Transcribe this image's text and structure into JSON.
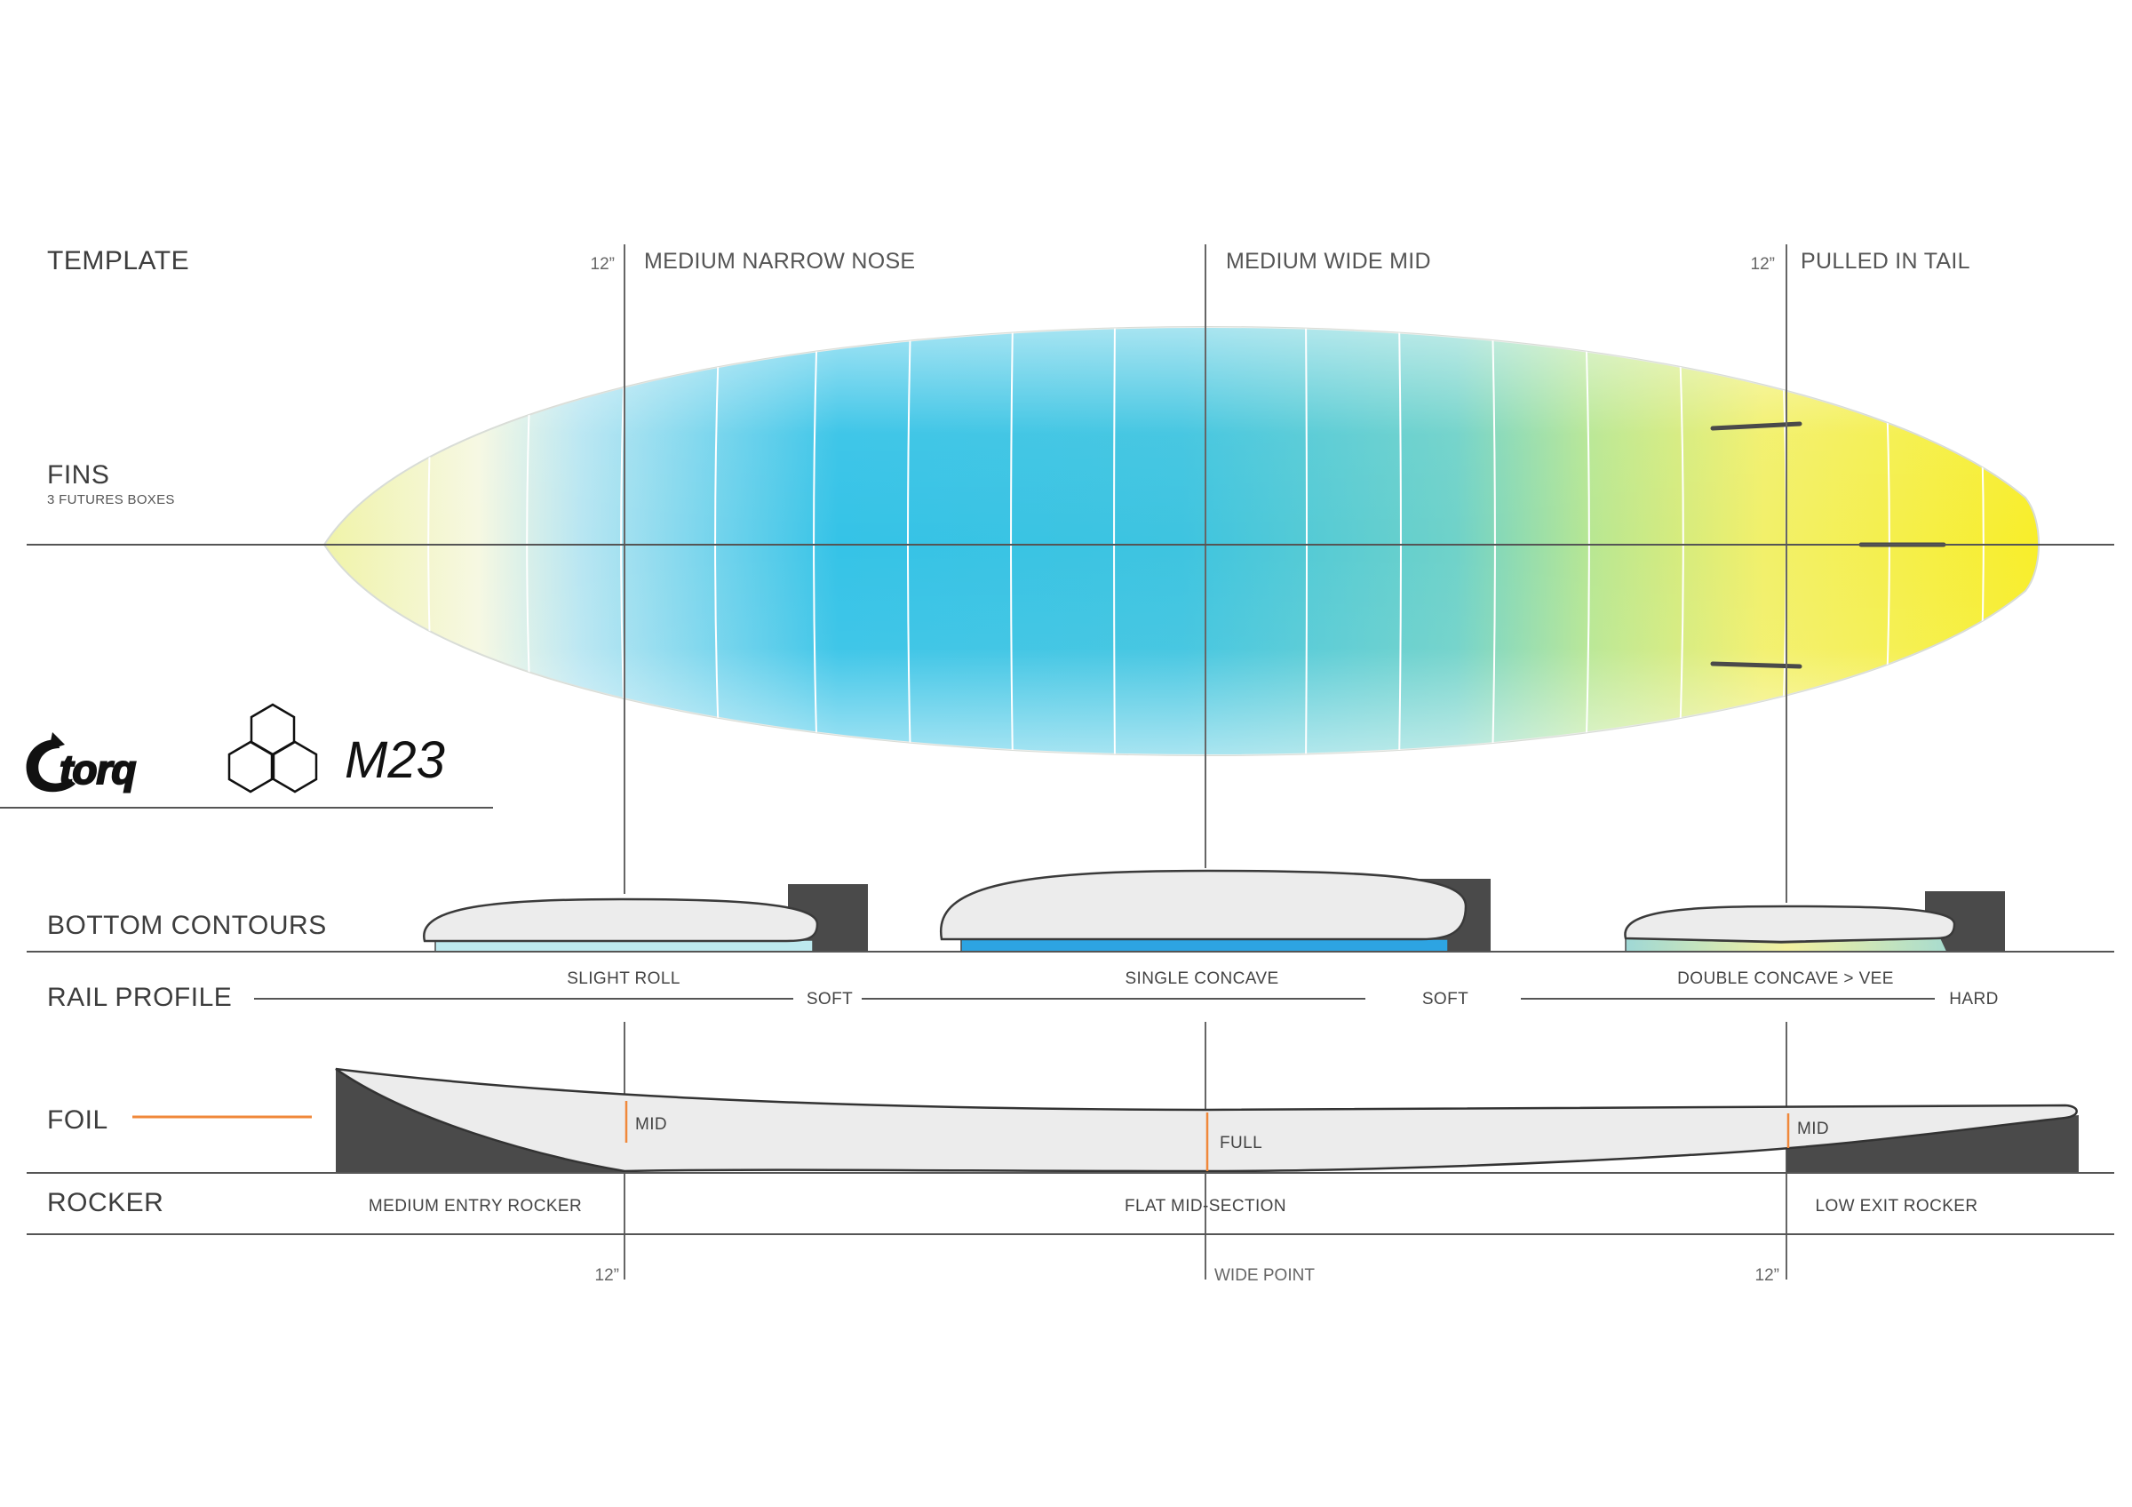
{
  "sections": {
    "template": "TEMPLATE",
    "fins": "FINS",
    "fins_sub": "3 FUTURES BOXES",
    "bottom_contours": "BOTTOM  CONTOURS",
    "rail_profile": "RAIL PROFILE",
    "foil": "FOIL",
    "rocker": "ROCKER"
  },
  "template_labels": {
    "nose_measure": "12”",
    "nose": "MEDIUM NARROW NOSE",
    "mid": "MEDIUM WIDE MID",
    "tail_measure": "12”",
    "tail": "PULLED IN TAIL"
  },
  "contours": {
    "nose": "SLIGHT ROLL",
    "mid": "SINGLE CONCAVE",
    "tail": "DOUBLE CONCAVE > VEE"
  },
  "rails": {
    "nose": "SOFT",
    "mid": "SOFT",
    "tail": "HARD"
  },
  "foil": {
    "nose": "MID",
    "mid": "FULL",
    "tail": "MID"
  },
  "rocker": {
    "nose": "MEDIUM ENTRY ROCKER",
    "mid": "FLAT MID-SECTION",
    "tail": "LOW EXIT ROCKER"
  },
  "bottom_measures": {
    "nose": "12”",
    "wide": "WIDE POINT",
    "tail": "12”"
  },
  "logos": {
    "brand": "torq",
    "shaper": "M23"
  },
  "colors": {
    "nose_yellow": "#f3f4b8",
    "blue": "#2ec3e6",
    "teal": "#6fd2cf",
    "tail_yellow": "#f7f030",
    "accent_orange": "#f0883a",
    "dark": "#4a4a4a"
  }
}
